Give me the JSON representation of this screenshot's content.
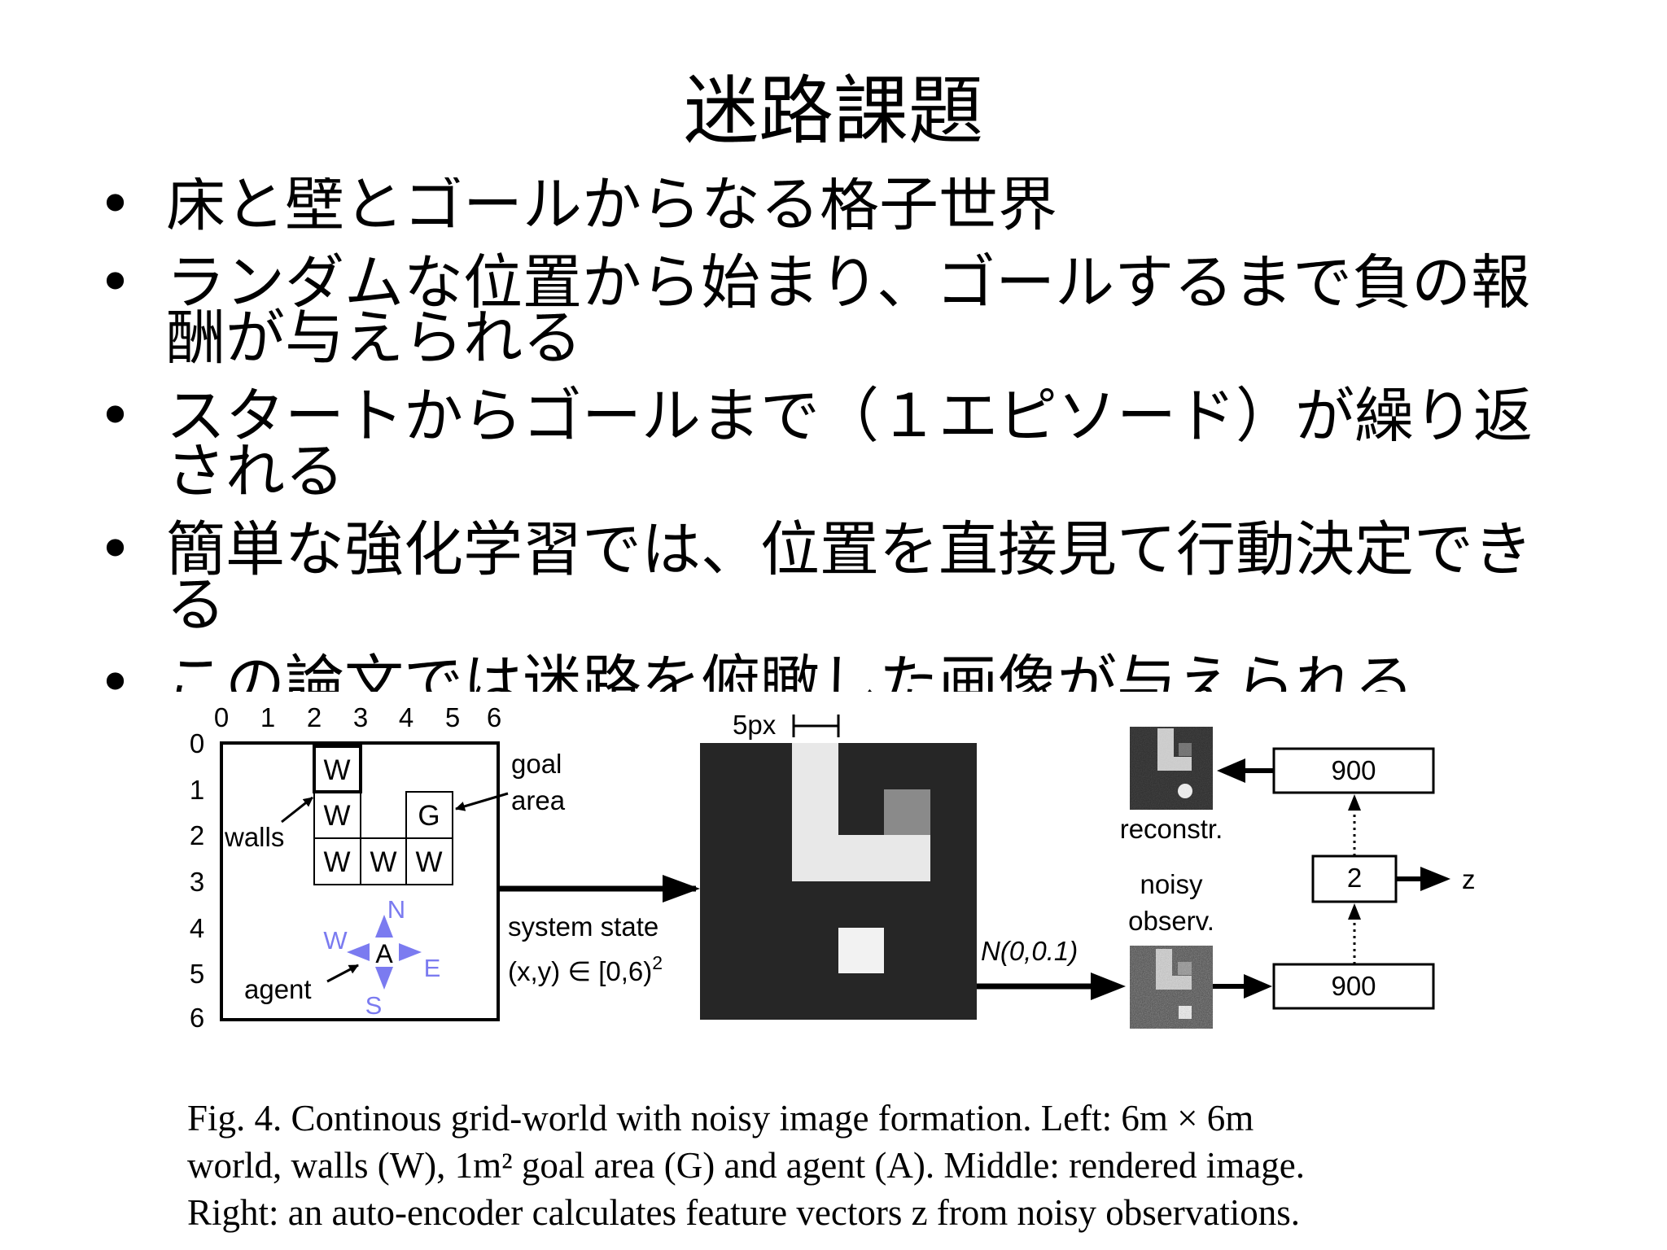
{
  "slide": {
    "title": "迷路課題",
    "bullets": [
      "床と壁とゴールからなる格子世界",
      "ランダムな位置から始まり、ゴールするまで負の報酬が与えられる",
      "スタートからゴールまで（１エピソード）が繰り返される",
      "簡単な強化学習では、位置を直接見て行動決定できる",
      "この論文では迷路を俯瞰した画像が与えられる"
    ]
  },
  "figure": {
    "grid_col_labels": [
      "0",
      "1",
      "2",
      "3",
      "4",
      "5",
      "6"
    ],
    "grid_row_labels": [
      "0",
      "1",
      "2",
      "3",
      "4",
      "5",
      "6"
    ],
    "cells": [
      "W",
      "W",
      "G",
      "W",
      "W",
      "W"
    ],
    "walls_label": "walls",
    "goal_label_1": "goal",
    "goal_label_2": "area",
    "agent_label": "agent",
    "agent_letter": "A",
    "compass": {
      "n": "N",
      "s": "S",
      "e": "E",
      "w": "W"
    },
    "system_state_label": "system state",
    "system_state_formula": "(x,y) ∈ [0,6)",
    "system_state_exp": "2",
    "scale_label": "5px",
    "noise_label": "N(0,0.1)",
    "reconstr_label": "reconstr.",
    "noisy_label_1": "noisy",
    "noisy_label_2": "observ.",
    "layer_top": "900",
    "layer_mid": "2",
    "layer_bottom": "900",
    "z_label": "z",
    "colors": {
      "compass": "#7b7bf0",
      "render_bg": "#262626",
      "render_fg": "#e8e8e8",
      "render_goal": "#8a8a8a"
    }
  },
  "caption": {
    "line1": "Fig. 4.   Continous grid-world with noisy image formation. Left: 6m × 6m",
    "line2": "world, walls (W), 1m² goal area (G) and agent (A). Middle: rendered image.",
    "line3": "Right: an auto-encoder calculates feature vectors z from noisy observations."
  }
}
